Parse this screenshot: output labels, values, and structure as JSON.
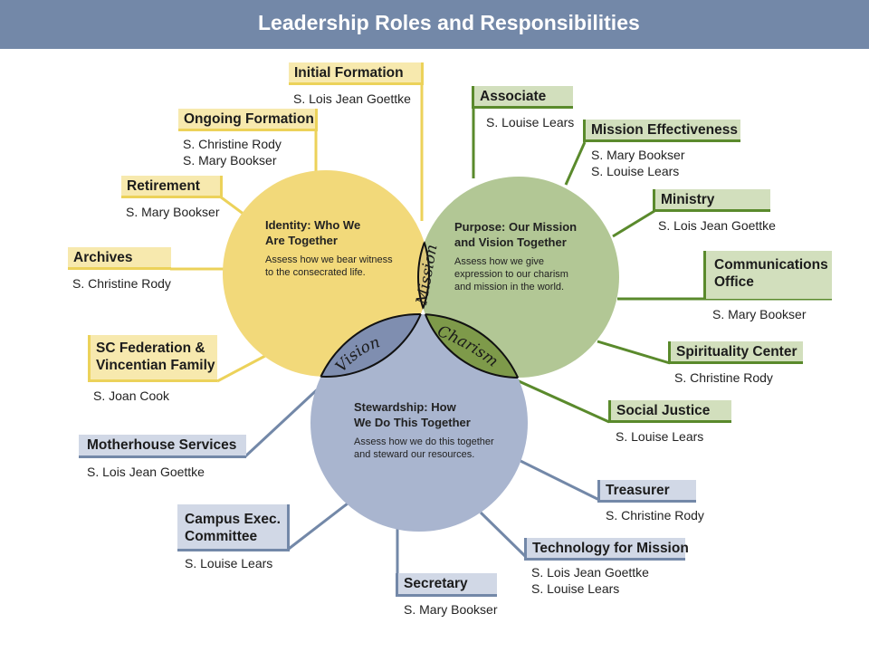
{
  "title": "Leadership Roles and Responsibilities",
  "colors": {
    "header": "#7388a8",
    "identity": "#f2d97a",
    "purpose": "#b2c795",
    "stewardship": "#a9b5cf",
    "mission_overlap": "#dcc77a",
    "vision_overlap": "#7f8eb0",
    "charism_overlap": "#7e9a4a",
    "yellow_line": "#ecd25a",
    "green_line": "#5a8a2c",
    "blue_line": "#7388a8"
  },
  "circles": {
    "identity": {
      "heading": [
        "Identity: Who We",
        "Are Together"
      ],
      "desc": [
        "Assess how we bear witness",
        "to the consecrated life."
      ]
    },
    "purpose": {
      "heading": [
        "Purpose: Our Mission",
        "and Vision Together"
      ],
      "desc": [
        "Assess how we give",
        "expression to our charism",
        "and mission in the world."
      ]
    },
    "stewardship": {
      "heading": [
        "Stewardship: How",
        "We Do This Together"
      ],
      "desc": [
        "Assess how we do this together",
        "and steward our resources."
      ]
    }
  },
  "overlaps": {
    "mission": "Mission",
    "vision": "Vision",
    "charism": "Charism"
  },
  "roles": {
    "initial_formation": {
      "title": [
        "Initial Formation"
      ],
      "people": [
        "S. Lois Jean Goettke"
      ]
    },
    "ongoing_formation": {
      "title": [
        "Ongoing Formation"
      ],
      "people": [
        "S. Christine Rody",
        "S. Mary Bookser"
      ]
    },
    "retirement": {
      "title": [
        "Retirement"
      ],
      "people": [
        "S. Mary Bookser"
      ]
    },
    "archives": {
      "title": [
        "Archives"
      ],
      "people": [
        "S. Christine Rody"
      ]
    },
    "sc_federation": {
      "title": [
        "SC Federation &",
        "Vincentian Family"
      ],
      "people": [
        "S. Joan Cook"
      ]
    },
    "associate": {
      "title": [
        "Associate"
      ],
      "people": [
        "S. Louise Lears"
      ]
    },
    "mission_effectiveness": {
      "title": [
        "Mission Effectiveness"
      ],
      "people": [
        "S. Mary Bookser",
        "S. Louise Lears"
      ]
    },
    "ministry": {
      "title": [
        "Ministry"
      ],
      "people": [
        "S. Lois Jean Goettke"
      ]
    },
    "communications": {
      "title": [
        "Communications",
        "Office"
      ],
      "people": [
        "S. Mary Bookser"
      ]
    },
    "spirituality_center": {
      "title": [
        "Spirituality Center"
      ],
      "people": [
        "S. Christine Rody"
      ]
    },
    "social_justice": {
      "title": [
        "Social Justice"
      ],
      "people": [
        "S. Louise Lears"
      ]
    },
    "motherhouse_services": {
      "title": [
        "Motherhouse Services"
      ],
      "people": [
        "S. Lois Jean Goettke"
      ]
    },
    "campus_exec": {
      "title": [
        "Campus Exec.",
        "Committee"
      ],
      "people": [
        "S. Louise Lears"
      ]
    },
    "secretary": {
      "title": [
        "Secretary"
      ],
      "people": [
        "S. Mary Bookser"
      ]
    },
    "treasurer": {
      "title": [
        "Treasurer"
      ],
      "people": [
        "S. Christine Rody"
      ]
    },
    "technology": {
      "title": [
        "Technology for Mission"
      ],
      "people": [
        "S. Lois Jean Goettke",
        "S. Louise Lears"
      ]
    }
  }
}
